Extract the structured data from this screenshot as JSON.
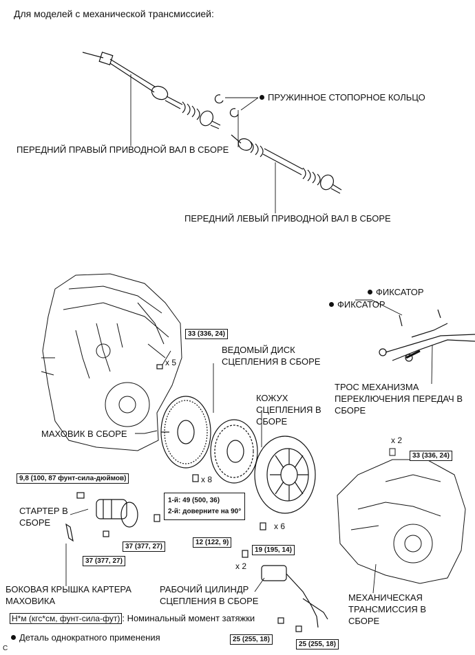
{
  "header": {
    "title": "Для моделей с механической трансмиссией:"
  },
  "labels": {
    "snap_ring": "ПРУЖИННОЕ СТОПОРНОЕ КОЛЬЦО",
    "rh_shaft": "ПЕРЕДНИЙ ПРАВЫЙ ПРИВОДНОЙ ВАЛ В СБОРЕ",
    "lh_shaft": "ПЕРЕДНИЙ ЛЕВЫЙ ПРИВОДНОЙ ВАЛ В СБОРЕ",
    "clip1": "ФИКСАТОР",
    "clip2": "ФИКСАТОР",
    "cable": "ТРОС МЕХАНИЗМА ПЕРЕКЛЮЧЕНИЯ ПЕРЕДАЧ В СБОРЕ",
    "clutch_disc": "ВЕДОМЫЙ ДИСК СЦЕПЛЕНИЯ В СБОРЕ",
    "clutch_cover": "КОЖУХ СЦЕПЛЕНИЯ В СБОРЕ",
    "flywheel": "МАХОВИК В СБОРЕ",
    "starter": "СТАРТЕР В СБОРЕ",
    "side_cover": "БОКОВАЯ КРЫШКА КАРТЕРА МАХОВИКА",
    "release_cylinder": "РАБОЧИЙ ЦИЛИНДР СЦЕПЛЕНИЯ В СБОРЕ",
    "transmission": "МЕХАНИЧЕСКАЯ ТРАНСМИССИЯ В СБОРЕ"
  },
  "torques": {
    "t1": "33 (336, 24)",
    "t2": "33 (336, 24)",
    "t3": "9,8 (100, 87 фунт-сила-дюймов)",
    "t4": "37 (377, 27)",
    "t5": "37 (377, 27)",
    "t6": "12 (122, 9)",
    "t7": "19 (195, 14)",
    "t8": "25 (255, 18)",
    "t9": "25 (255, 18)",
    "flywheel_line1": "1-й: 49 (500, 36)",
    "flywheel_line2": "2-й: доверните на 90°"
  },
  "quantities": {
    "q5": "x 5",
    "q8": "x 8",
    "q2a": "x 2",
    "q6": "x 6",
    "q2b": "x 2"
  },
  "legend": {
    "unit_box": "Н*м (кгс*см, фунт-сила-фут)",
    "unit_text": ": Номинальный момент затяжки",
    "non_reusable": "Деталь однократного применения"
  },
  "corner_code": "C"
}
